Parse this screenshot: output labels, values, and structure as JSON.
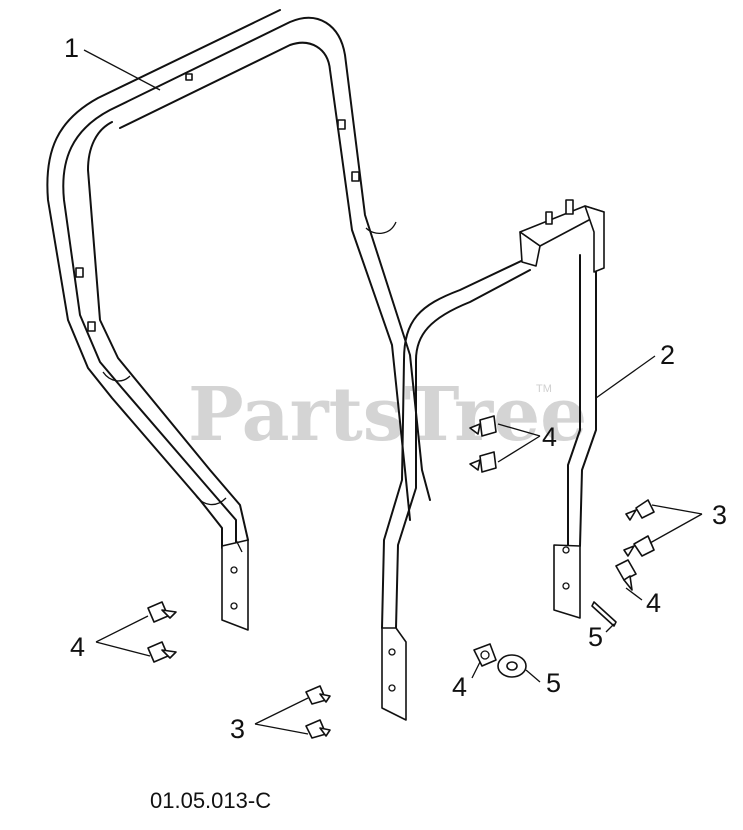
{
  "watermark": {
    "text": "PartsTree",
    "trademark": "TM"
  },
  "reference_code": "01.05.013-C",
  "callouts": [
    {
      "id": "c1",
      "label": "1"
    },
    {
      "id": "c2",
      "label": "2"
    },
    {
      "id": "c3a",
      "label": "3"
    },
    {
      "id": "c3b",
      "label": "3"
    },
    {
      "id": "c4a",
      "label": "4"
    },
    {
      "id": "c4b",
      "label": "4"
    },
    {
      "id": "c4c",
      "label": "4"
    },
    {
      "id": "c4d",
      "label": "4"
    },
    {
      "id": "c5a",
      "label": "5"
    },
    {
      "id": "c5b",
      "label": "5"
    }
  ]
}
